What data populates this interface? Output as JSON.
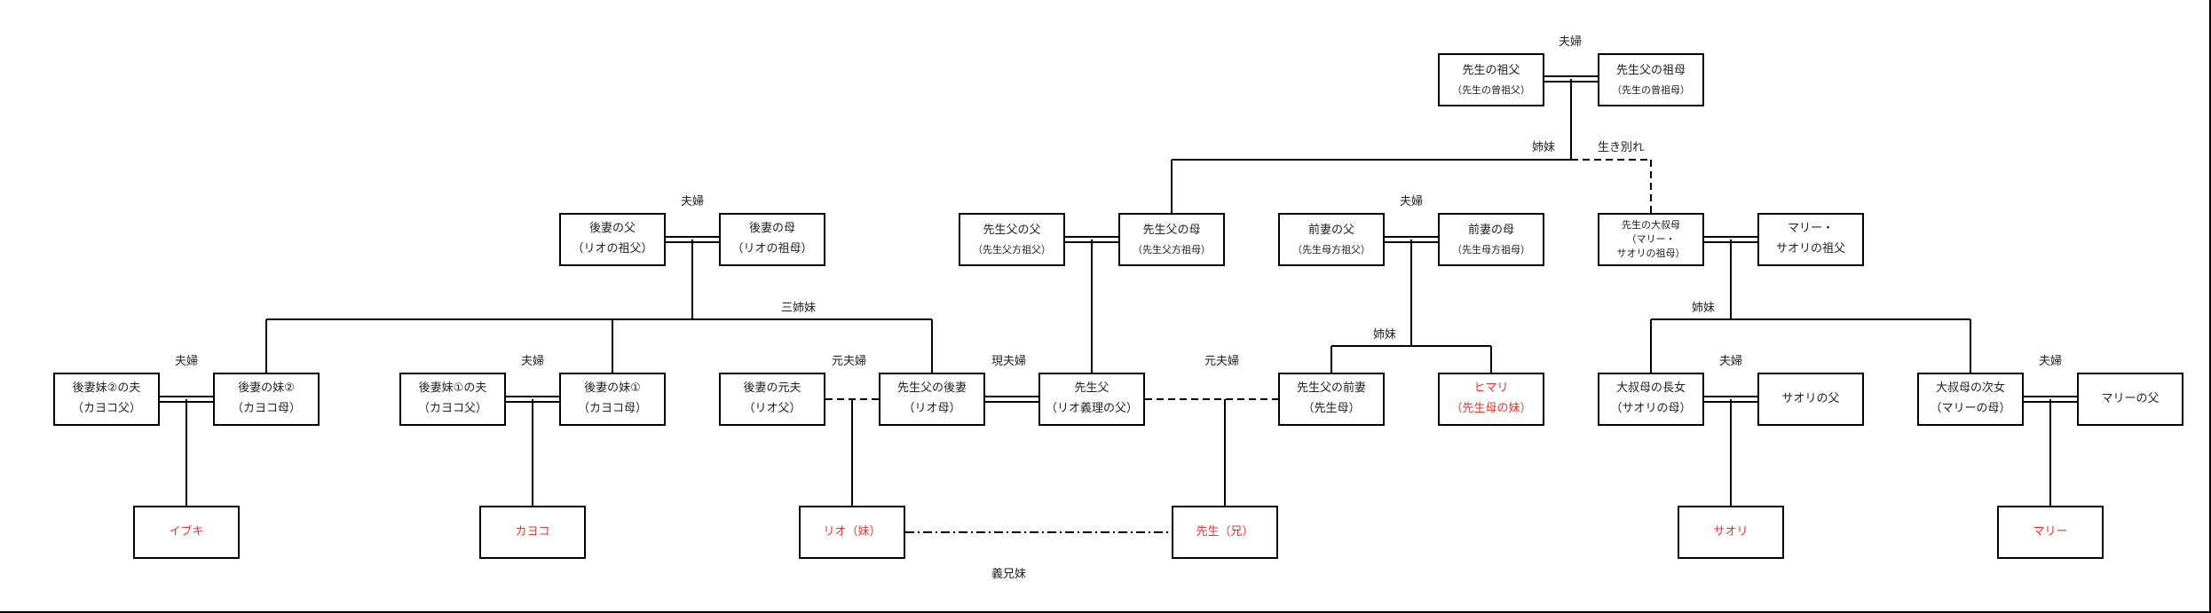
{
  "persons": {
    "sensei_sofu": {
      "name": "先生の祖父",
      "sub": "（先生の曾祖父）"
    },
    "sensei_sobo": {
      "name": "先生父の祖母",
      "sub": "（先生の曾祖母）"
    },
    "gosai_chichi": {
      "name": "後妻の父",
      "sub": "（リオの祖父）"
    },
    "gosai_haha": {
      "name": "後妻の母",
      "sub": "（リオの祖母）"
    },
    "chichi_chichi": {
      "name": "先生父の父",
      "sub": "（先生父方祖父）"
    },
    "chichi_haha": {
      "name": "先生父の母",
      "sub": "（先生父方祖母）"
    },
    "zensai_chichi": {
      "name": "前妻の父",
      "sub": "（先生母方祖父）"
    },
    "zensai_haha": {
      "name": "前妻の母",
      "sub": "（先生母方祖母）"
    },
    "ooobo": {
      "line1": "先生の大叔母",
      "line2": "（マリー・",
      "line3": "サオリの祖母）"
    },
    "mary_sofu": {
      "line1": "マリー・",
      "line2": "サオリの祖父"
    },
    "imouto2_otto": {
      "name": "後妻妹②の夫",
      "sub": "（カヨコ父）"
    },
    "imouto2": {
      "name": "後妻の妹②",
      "sub": "（カヨコ母）"
    },
    "imouto1_otto": {
      "name": "後妻妹①の夫",
      "sub": "（カヨコ父）"
    },
    "imouto1": {
      "name": "後妻の妹①",
      "sub": "（カヨコ母）"
    },
    "gosai_motootto": {
      "name": "後妻の元夫",
      "sub": "（リオ父）"
    },
    "gosai": {
      "name": "先生父の後妻",
      "sub": "（リオ母）"
    },
    "sensei_chichi": {
      "name": "先生父",
      "sub": "（リオ義理の父）"
    },
    "zensai": {
      "name": "先生父の前妻",
      "sub": "（先生母）"
    },
    "himari": {
      "name": "ヒマリ",
      "sub": "（先生母の妹）"
    },
    "choujo": {
      "name": "大叔母の長女",
      "sub": "（サオリの母）"
    },
    "saori_chichi": {
      "name": "サオリの父"
    },
    "jijo": {
      "name": "大叔母の次女",
      "sub": "（マリーの母）"
    },
    "mary_chichi": {
      "name": "マリーの父"
    },
    "ibuki": {
      "name": "イブキ"
    },
    "kayoko": {
      "name": "カヨコ"
    },
    "rio": {
      "name": "リオ（妹）"
    },
    "sensei": {
      "name": "先生（兄）"
    },
    "saori": {
      "name": "サオリ"
    },
    "mary": {
      "name": "マリー"
    }
  },
  "labels": {
    "fuufu": "夫婦",
    "shimai": "姉妹",
    "ikiwakare": "生き別れ",
    "sanshimai": "三姉妹",
    "motofuufu": "元夫婦",
    "genfuufu": "現夫婦",
    "gikyoudai": "義兄妹"
  },
  "colors": {
    "red": "#e8332a",
    "line": "#000000"
  }
}
